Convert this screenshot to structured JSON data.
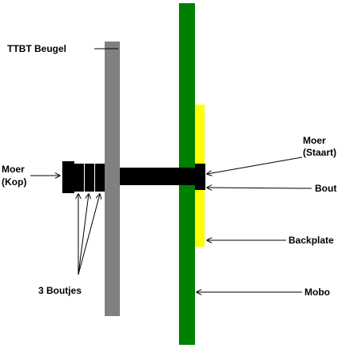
{
  "labels": {
    "ttbt_beugel": "TTBT Beugel",
    "moer_kop_1": "Moer",
    "moer_kop_2": "(Kop)",
    "moer_staart_1": "Moer",
    "moer_staart_2": "(Staart)",
    "bout": "Bout",
    "backplate": "Backplate",
    "drie_boutjes": "3 Boutjes",
    "mobo": "Mobo"
  },
  "colors": {
    "beugel": "#808080",
    "mobo": "#008000",
    "backplate": "#ffff00",
    "hardware": "#000000"
  }
}
